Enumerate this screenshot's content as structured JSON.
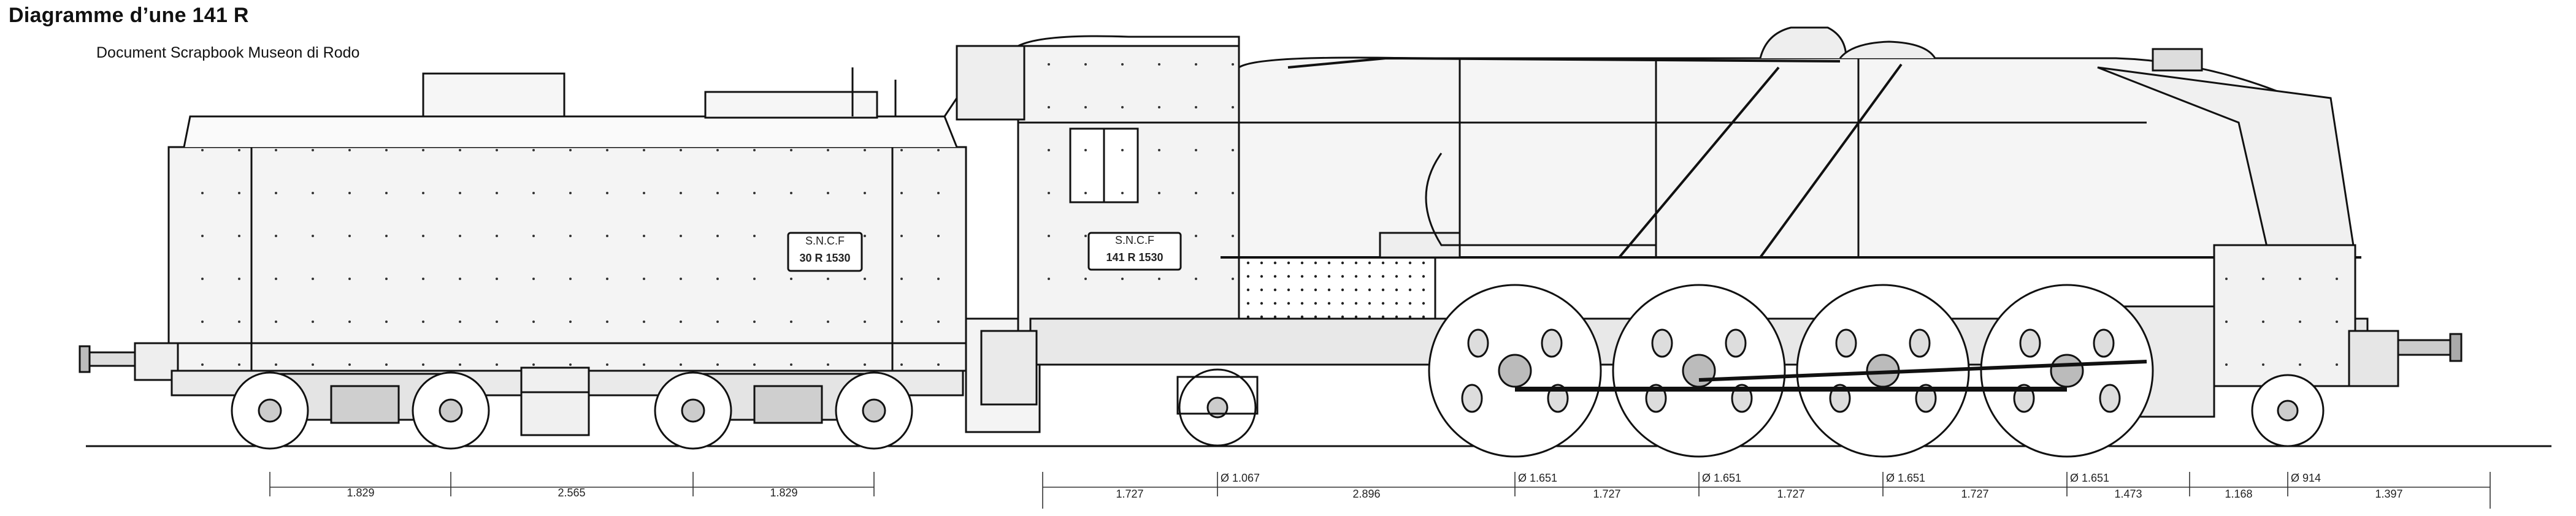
{
  "header": {
    "title": "Diagramme d’une 141 R",
    "subtitle": "Document Scrapbook Museon di Rodo"
  },
  "plates": {
    "tender": "30 R 1530",
    "locomotive": "141 R 1530",
    "company": "S.N.C.F"
  },
  "dimensions": {
    "tender_axle_spacing": [
      "1.829",
      "2.565",
      "1.829"
    ],
    "loco_spacing": [
      "1.727",
      "2.896",
      "1.727",
      "1.727",
      "1.727",
      "1.473",
      "1.168",
      "1.397"
    ],
    "wheel_diameters": [
      "Ø 1.067",
      "Ø 1.651",
      "Ø 1.651",
      "Ø 1.651",
      "Ø 1.651",
      "Ø 914"
    ]
  }
}
